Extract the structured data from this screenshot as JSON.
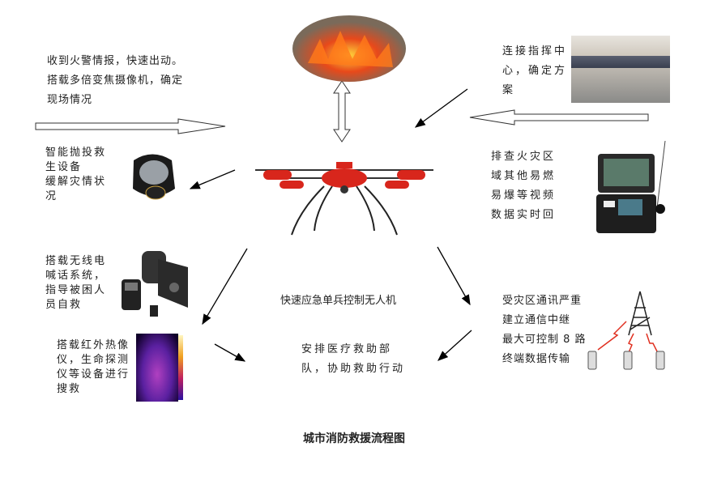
{
  "texts": {
    "alarm": [
      "收到火警情报，快速出动。",
      "搭载多倍变焦摄像机，确定",
      "现场情况"
    ],
    "command": [
      "连接指挥中",
      "心，确定方",
      "案"
    ],
    "rescue_drop": [
      "智能抛投救",
      "生设备",
      "缓解灾情状",
      "况"
    ],
    "video": [
      "排查火灾区",
      "域其他易燃",
      "易爆等视频",
      "数据实时回"
    ],
    "megaphone": [
      "搭载无线电",
      "喊话系统，",
      "指导被困人",
      "员自救"
    ],
    "center": "快速应急单兵控制无人机",
    "relay": [
      "受灾区通讯严重",
      "建立通信中继",
      "最大可控制 8 路",
      "终端数据传输"
    ],
    "thermal": [
      "搭载红外热像",
      "仪，生命探测",
      "仪等设备进行",
      "搜救"
    ],
    "medical": [
      "安排医疗救助部",
      "队，协助救助行动"
    ]
  },
  "caption": "城市消防救援流程图",
  "colors": {
    "drone": "#d8261c",
    "fire": "#e8491a",
    "thermal": "#6a1fb0"
  }
}
